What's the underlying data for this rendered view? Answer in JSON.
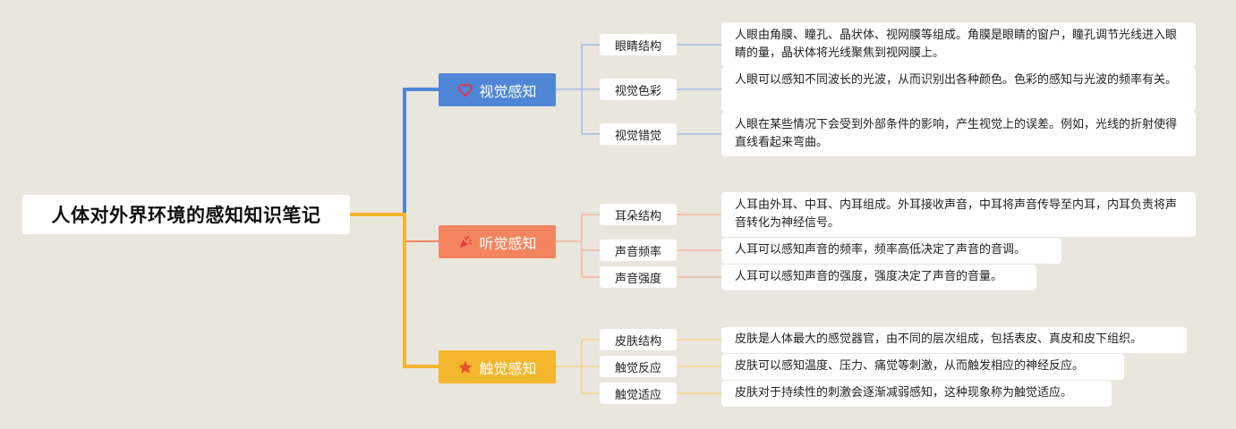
{
  "root": {
    "title": "人体对外界环境的感知知识笔记"
  },
  "colors": {
    "vision": "#4f86d6",
    "hearing": "#f4845f",
    "touch": "#f3b62c",
    "background": "#e9e6de"
  },
  "branches": [
    {
      "label": "视觉感知",
      "icon": "heart-icon",
      "items": [
        {
          "label": "眼睛结构",
          "note": "人眼由角膜、瞳孔、晶状体、视网膜等组成。角膜是眼睛的窗户，瞳孔调节光线进入眼睛的量，晶状体将光线聚焦到视网膜上。"
        },
        {
          "label": "视觉色彩",
          "note": "人眼可以感知不同波长的光波，从而识别出各种颜色。色彩的感知与光波的频率有关。"
        },
        {
          "label": "视觉错觉",
          "note": "人眼在某些情况下会受到外部条件的影响，产生视觉上的误差。例如，光线的折射使得直线看起来弯曲。"
        }
      ]
    },
    {
      "label": "听觉感知",
      "icon": "party-popper-icon",
      "items": [
        {
          "label": "耳朵结构",
          "note": "人耳由外耳、中耳、内耳组成。外耳接收声音，中耳将声音传导至内耳，内耳负责将声音转化为神经信号。"
        },
        {
          "label": "声音频率",
          "note": "人耳可以感知声音的频率，频率高低决定了声音的音调。"
        },
        {
          "label": "声音强度",
          "note": "人耳可以感知声音的强度，强度决定了声音的音量。"
        }
      ]
    },
    {
      "label": "触觉感知",
      "icon": "star-icon",
      "items": [
        {
          "label": "皮肤结构",
          "note": "皮肤是人体最大的感觉器官，由不同的层次组成，包括表皮、真皮和皮下组织。"
        },
        {
          "label": "触觉反应",
          "note": "皮肤可以感知温度、压力、痛觉等刺激，从而触发相应的神经反应。"
        },
        {
          "label": "触觉适应",
          "note": "皮肤对于持续性的刺激会逐渐减弱感知，这种现象称为触觉适应。"
        }
      ]
    }
  ]
}
